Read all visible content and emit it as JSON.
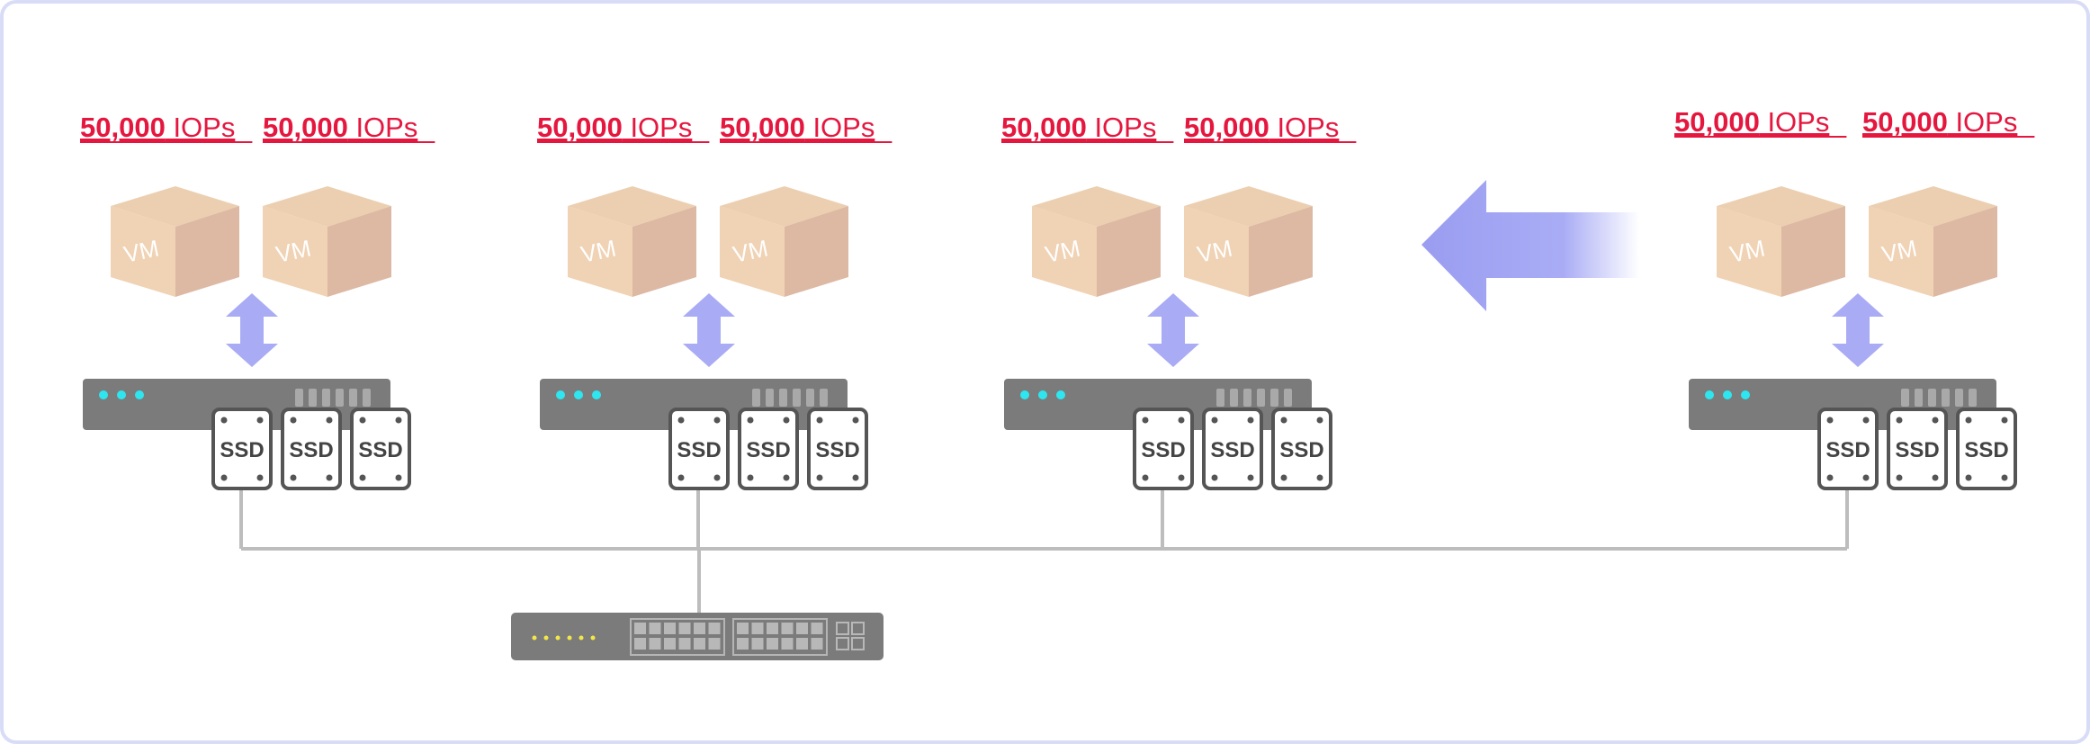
{
  "colors": {
    "iops_text": "#e5173f",
    "vm_front": "#f0d2b4",
    "vm_top": "#ebcfb0",
    "vm_side": "#ddb9a4",
    "arrow": "#a9acf5",
    "server": "#7b7b7b",
    "server_led": "#2ee6ef",
    "switch_led": "#f2e64a",
    "cable": "#bdbdbd"
  },
  "hosts": [
    {
      "iops": [
        {
          "value": "50,000",
          "unit": "IOPs"
        },
        {
          "value": "50,000",
          "unit": "IOPs"
        }
      ],
      "vms": [
        "VM",
        "VM"
      ],
      "ssds": [
        "SSD",
        "SSD",
        "SSD"
      ]
    },
    {
      "iops": [
        {
          "value": "50,000",
          "unit": "IOPs"
        },
        {
          "value": "50,000",
          "unit": "IOPs"
        }
      ],
      "vms": [
        "VM",
        "VM"
      ],
      "ssds": [
        "SSD",
        "SSD",
        "SSD"
      ]
    },
    {
      "iops": [
        {
          "value": "50,000",
          "unit": "IOPs"
        },
        {
          "value": "50,000",
          "unit": "IOPs"
        }
      ],
      "vms": [
        "VM",
        "VM"
      ],
      "ssds": [
        "SSD",
        "SSD",
        "SSD"
      ]
    },
    {
      "iops": [
        {
          "value": "50,000",
          "unit": "IOPs"
        },
        {
          "value": "50,000",
          "unit": "IOPs"
        }
      ],
      "vms": [
        "VM",
        "VM"
      ],
      "ssds": [
        "SSD",
        "SSD",
        "SSD"
      ]
    }
  ],
  "migration_arrow": {
    "direction": "left"
  },
  "network_switch": {
    "led_count": 6
  }
}
